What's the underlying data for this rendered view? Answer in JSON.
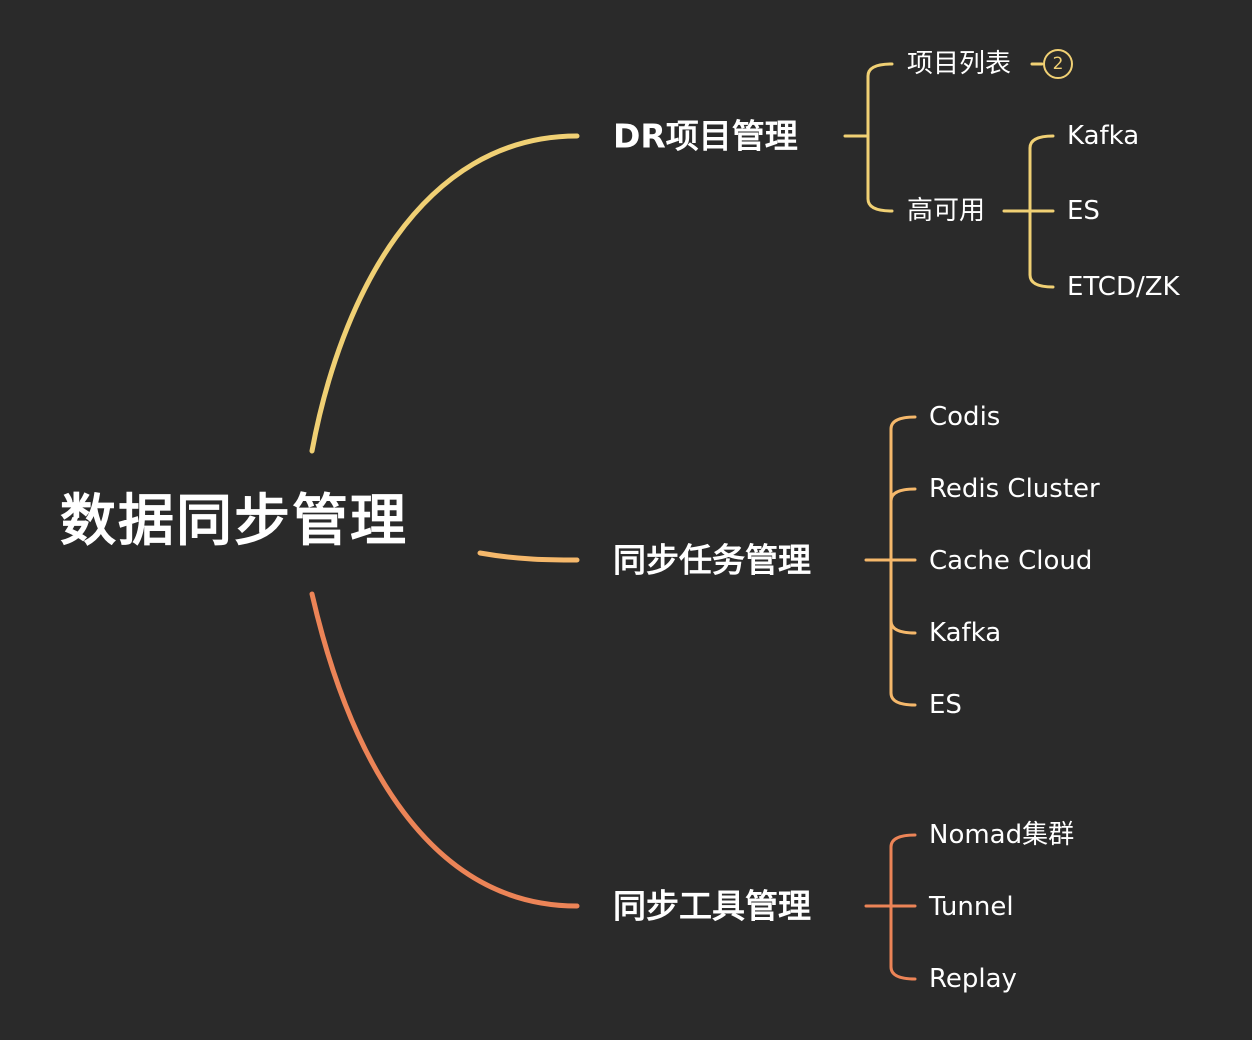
{
  "root": {
    "label": "数据同步管理"
  },
  "branches": [
    {
      "label": "DR项目管理",
      "color": "#f0d074",
      "children": [
        {
          "label": "项目列表",
          "badge": "2"
        },
        {
          "label": "高可用",
          "children": [
            "Kafka",
            "ES",
            "ETCD/ZK"
          ]
        }
      ]
    },
    {
      "label": "同步任务管理",
      "color": "#f5b86b",
      "children": [
        "Codis",
        "Redis Cluster",
        "Cache Cloud",
        "Kafka",
        "ES"
      ]
    },
    {
      "label": "同步工具管理",
      "color": "#ec8457",
      "children": [
        "Nomad集群",
        "Tunnel",
        "Replay"
      ]
    }
  ]
}
